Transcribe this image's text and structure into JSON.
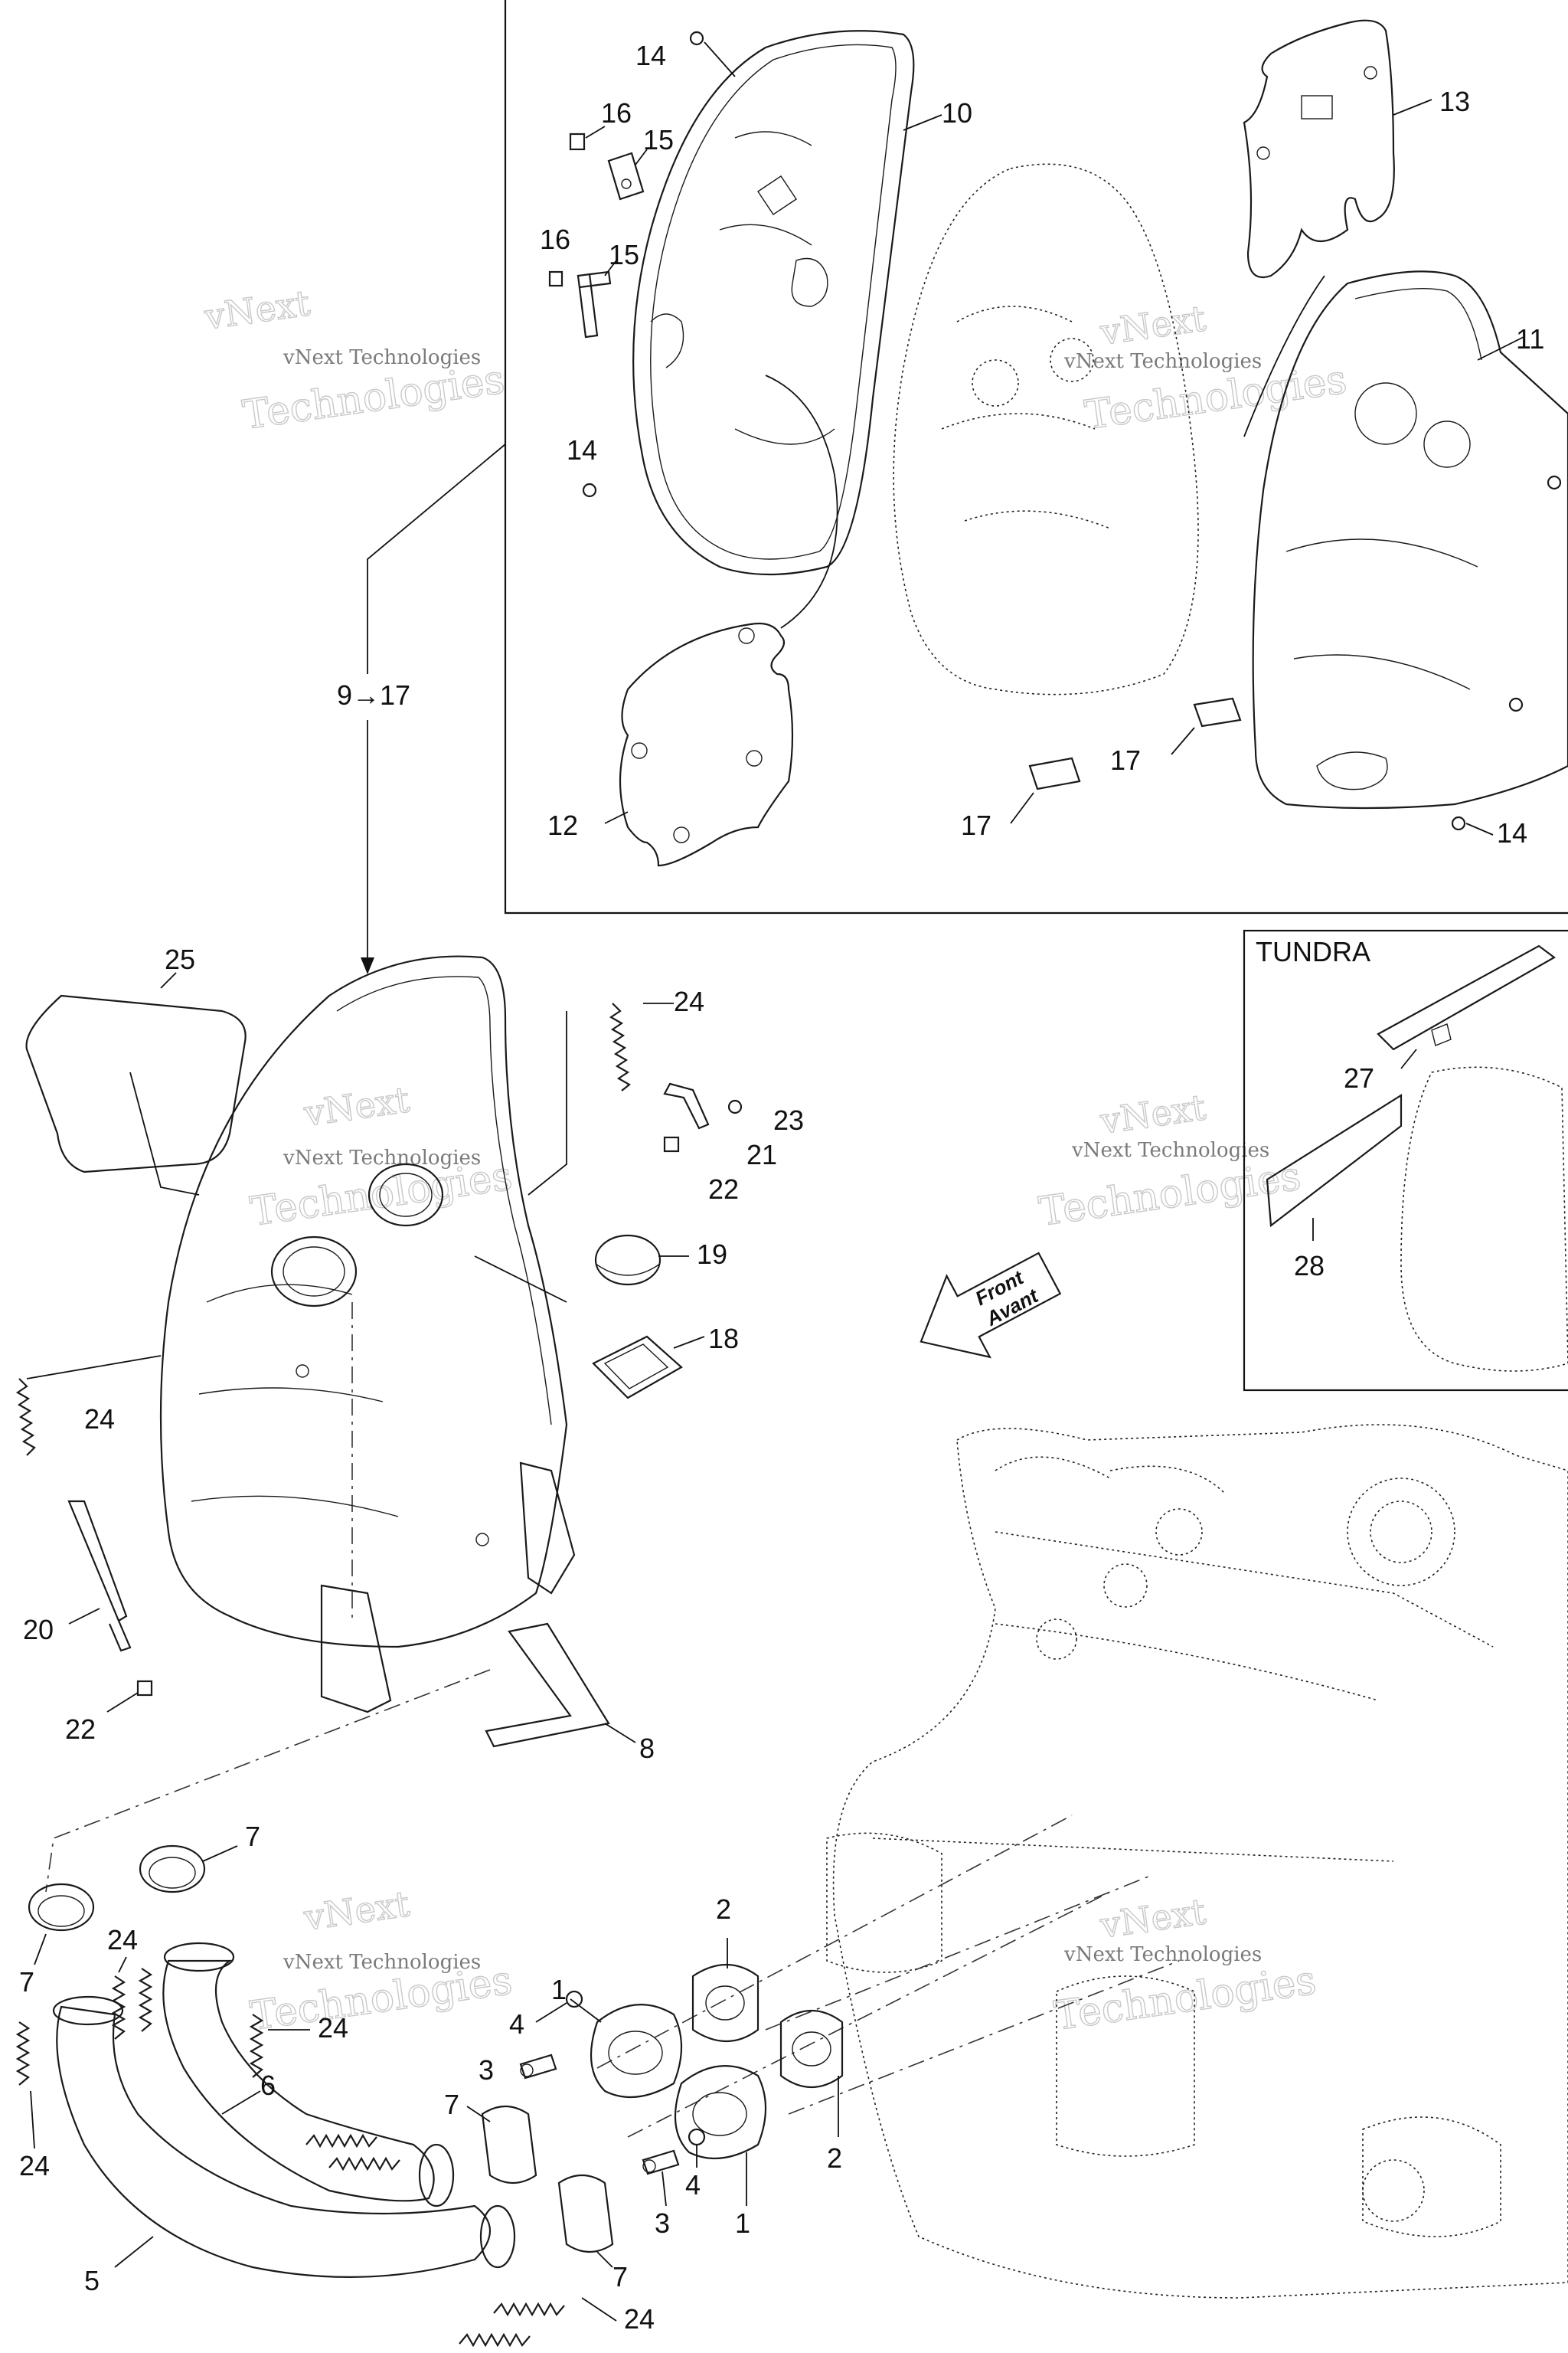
{
  "callouts": {
    "c1a": "1",
    "c1b": "1",
    "c2a": "2",
    "c2b": "2",
    "c3a": "3",
    "c3b": "3",
    "c4a": "4",
    "c4b": "4",
    "c5": "5",
    "c6": "6",
    "c7a": "7",
    "c7b": "7",
    "c7c": "7",
    "c7d": "7",
    "c8": "8",
    "c9to17": "9→17",
    "c10": "10",
    "c11": "11",
    "c12": "12",
    "c13": "13",
    "c14a": "14",
    "c14b": "14",
    "c14c": "14",
    "c15a": "15",
    "c15b": "15",
    "c16a": "16",
    "c16b": "16",
    "c17a": "17",
    "c17b": "17",
    "c18": "18",
    "c19": "19",
    "c20": "20",
    "c21": "21",
    "c22a": "22",
    "c22b": "22",
    "c23": "23",
    "c24a": "24",
    "c24b": "24",
    "c24c": "24",
    "c24d": "24",
    "c24e": "24",
    "c24f": "24",
    "c25": "25",
    "c27": "27",
    "c28": "28"
  },
  "inset": {
    "title": "TUNDRA"
  },
  "front_arrow": {
    "line1": "Front",
    "line2": "Avant"
  },
  "watermark": {
    "line1": "vNext",
    "line2": "vNext Technologies",
    "line3": "Technologies"
  }
}
